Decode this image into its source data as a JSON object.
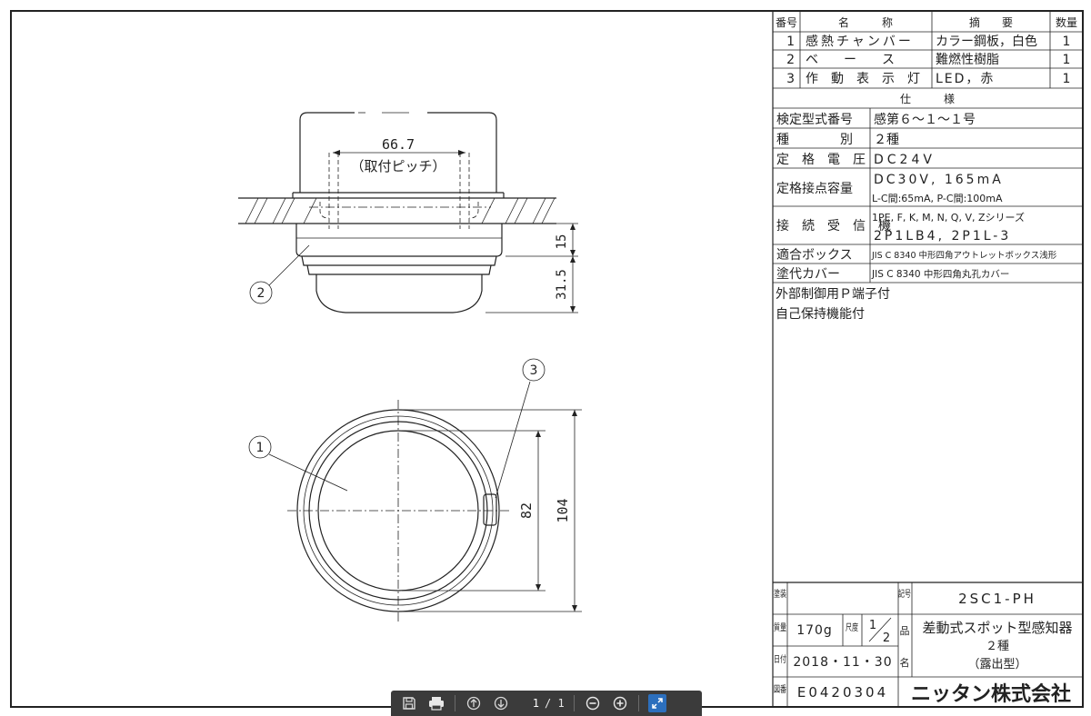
{
  "parts_table": {
    "headers": {
      "no": "番号",
      "name": "名　　　称",
      "summary": "摘　　要",
      "qty": "数量"
    },
    "rows": [
      {
        "no": "1",
        "name": "感熱チャンバー",
        "summary": "カラー鋼板，白色",
        "qty": "1"
      },
      {
        "no": "2",
        "name": "ベ　　ー　　ス",
        "summary": "難燃性樹脂",
        "qty": "1"
      },
      {
        "no": "3",
        "name": "作　動　表　示　灯",
        "summary": "LED，赤",
        "qty": "1"
      }
    ]
  },
  "spec": {
    "title": "仕　　　様",
    "rows": [
      {
        "label": "検定型式番号",
        "value": "感第６～１～１号"
      },
      {
        "label": "種　　　　別",
        "value": "２種"
      },
      {
        "label": "定　格　電　圧",
        "value": "DC24V"
      },
      {
        "label": "定格接点容量",
        "value": "DC30V, 165mA",
        "value2": "L-C間:65mA, P-C間:100mA"
      },
      {
        "label": "接　続　受　信　機",
        "value": "1PE, F, K, M, N, Q, V, Zシリーズ",
        "value2": "2P1LB4, 2P1L-3"
      },
      {
        "label": "適合ボックス",
        "value": "JIS C 8340 中形四角アウトレットボックス浅形"
      },
      {
        "label": "塗代カバー",
        "value": "JIS C 8340 中形四角丸孔カバー"
      }
    ],
    "notes": [
      "外部制御用Ｐ端子付",
      "自己保持機能付"
    ]
  },
  "title_block": {
    "paint_label": "塗装",
    "symbol_label": "記号",
    "symbol": "2SC1-PH",
    "mass_label": "質量",
    "mass": "170g",
    "scale_label": "尺度",
    "scale_num": "1",
    "scale_den": "2",
    "product_label": "品",
    "product_line1": "差動式スポット型感知器",
    "product_line2": "２種",
    "product_line3": "（露出型）",
    "date_label": "日付",
    "date": "2018・11・30",
    "name_label": "名",
    "drawing_no_label": "図番",
    "drawing_no": "E0420304",
    "company": "ニッタン株式会社"
  },
  "drawing": {
    "pitch_dim": "66.7",
    "pitch_note": "（取付ピッチ）",
    "dim_15": "15",
    "dim_31_5": "31.5",
    "dim_82": "82",
    "dim_104": "104",
    "callouts": [
      "1",
      "2",
      "3"
    ]
  },
  "viewer": {
    "page_current": "1",
    "page_total": "/ 1",
    "icons": [
      "save-icon",
      "print-icon",
      "page-up-icon",
      "page-down-icon",
      "zoom-out-icon",
      "zoom-in-icon",
      "fit-page-icon"
    ]
  }
}
